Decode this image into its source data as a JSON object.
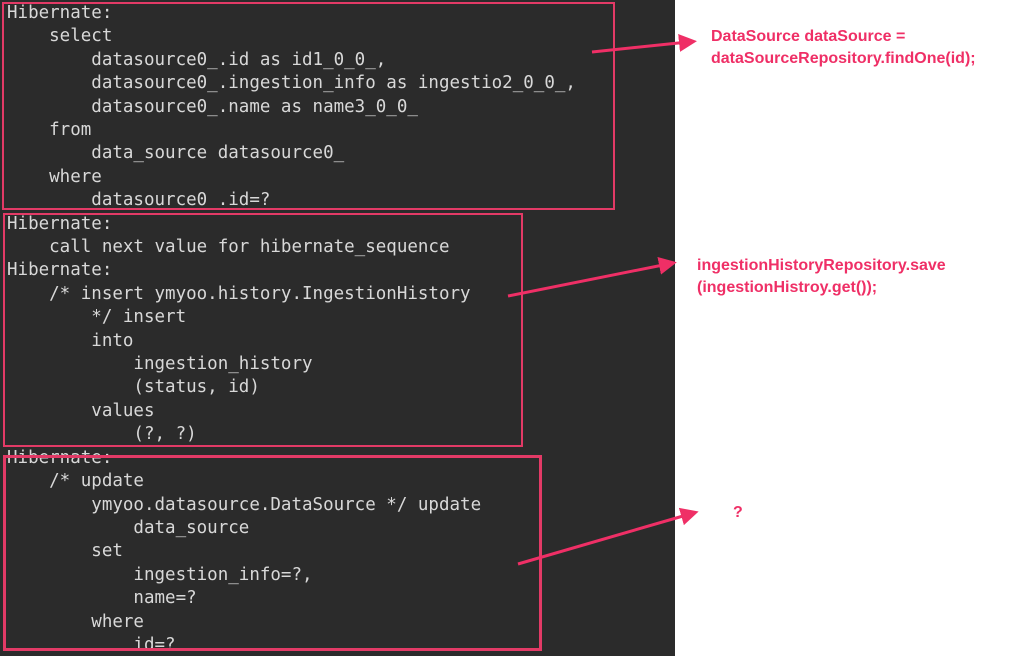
{
  "console": {
    "lines": [
      "Hibernate:",
      "    select",
      "        datasource0_.id as id1_0_0_,",
      "        datasource0_.ingestion_info as ingestio2_0_0_,",
      "        datasource0_.name as name3_0_0_",
      "    from",
      "        data_source datasource0_",
      "    where",
      "        datasource0_.id=?",
      "Hibernate:",
      "    call next value for hibernate_sequence",
      "Hibernate:",
      "    /* insert ymyoo.history.IngestionHistory",
      "        */ insert",
      "        into",
      "            ingestion_history",
      "            (status, id)",
      "        values",
      "            (?, ?)",
      "Hibernate:",
      "    /* update",
      "        ymyoo.datasource.DataSource */ update",
      "            data_source",
      "        set",
      "            ingestion_info=?,",
      "            name=?",
      "        where",
      "            id=?"
    ]
  },
  "annotations": {
    "note1_line1": "DataSource dataSource =",
    "note1_line2": "dataSourceRepository.findOne(id);",
    "note2_line1": "ingestionHistoryRepository.save",
    "note2_line2": "(ingestionHistroy.get());",
    "note3": "?"
  },
  "colors": {
    "accent": "#ef2f66",
    "console_bg": "#2b2b2b",
    "console_text": "#d8d8d8"
  }
}
